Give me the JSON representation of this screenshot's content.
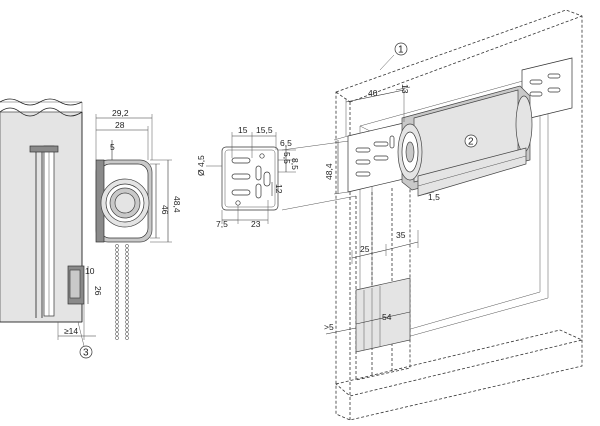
{
  "dimensions": {
    "side_total_width": "29,2",
    "side_body_width": "28",
    "side_top_offset": "5",
    "side_height_inner": "46",
    "side_height_outer": "48,4",
    "side_bottom_10": "10",
    "side_bottom_26": "26",
    "side_min_depth": "≥14",
    "bracket_15": "15",
    "bracket_15_5": "15,5",
    "bracket_6_5": "6,5",
    "bracket_5_5": "5,5",
    "bracket_8_5": "8,5",
    "bracket_hole_dia": "Ø 4,5",
    "bracket_12": "12",
    "bracket_7_5": "7,5",
    "bracket_23": "23",
    "bracket_height": "48,4",
    "iso_40": "40",
    "iso_13": "13",
    "iso_1_5": "1,5",
    "iso_25": "25",
    "iso_35": "35",
    "iso_54": "54",
    "iso_gt5": ">5"
  },
  "callouts": {
    "c1": "1",
    "c2": "2",
    "c3": "3"
  }
}
